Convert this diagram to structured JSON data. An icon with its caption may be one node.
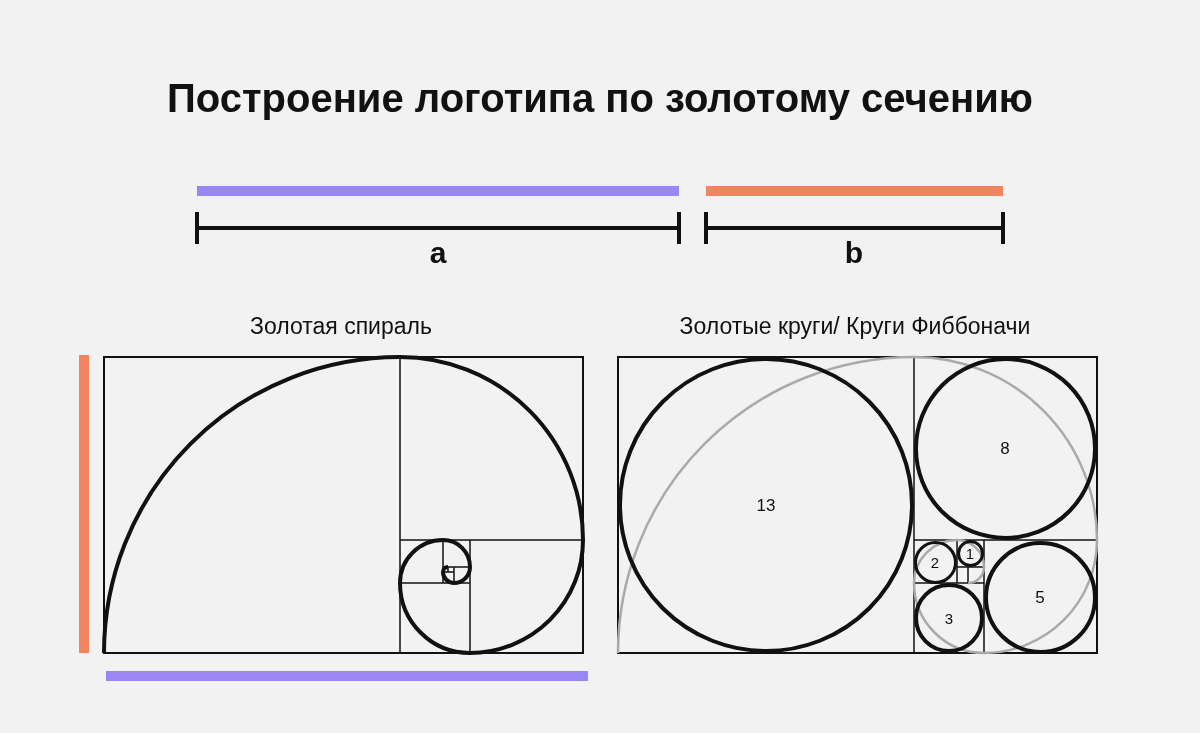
{
  "diagram": {
    "title": "Построение логотипа по золотому сечению",
    "nodes": [
      {
        "text": [
          "13"
        ]
      },
      {
        "text": [
          "8"
        ]
      },
      {
        "text": [
          "2"
        ]
      },
      {
        "text": [
          "1"
        ]
      },
      {
        "text": [
          "5"
        ]
      },
      {
        "text": [
          "3"
        ]
      }
    ],
    "labels": [
      "a",
      "b",
      "Золотая спираль",
      "Золотые круги/ Круги Фиббоначи"
    ]
  }
}
